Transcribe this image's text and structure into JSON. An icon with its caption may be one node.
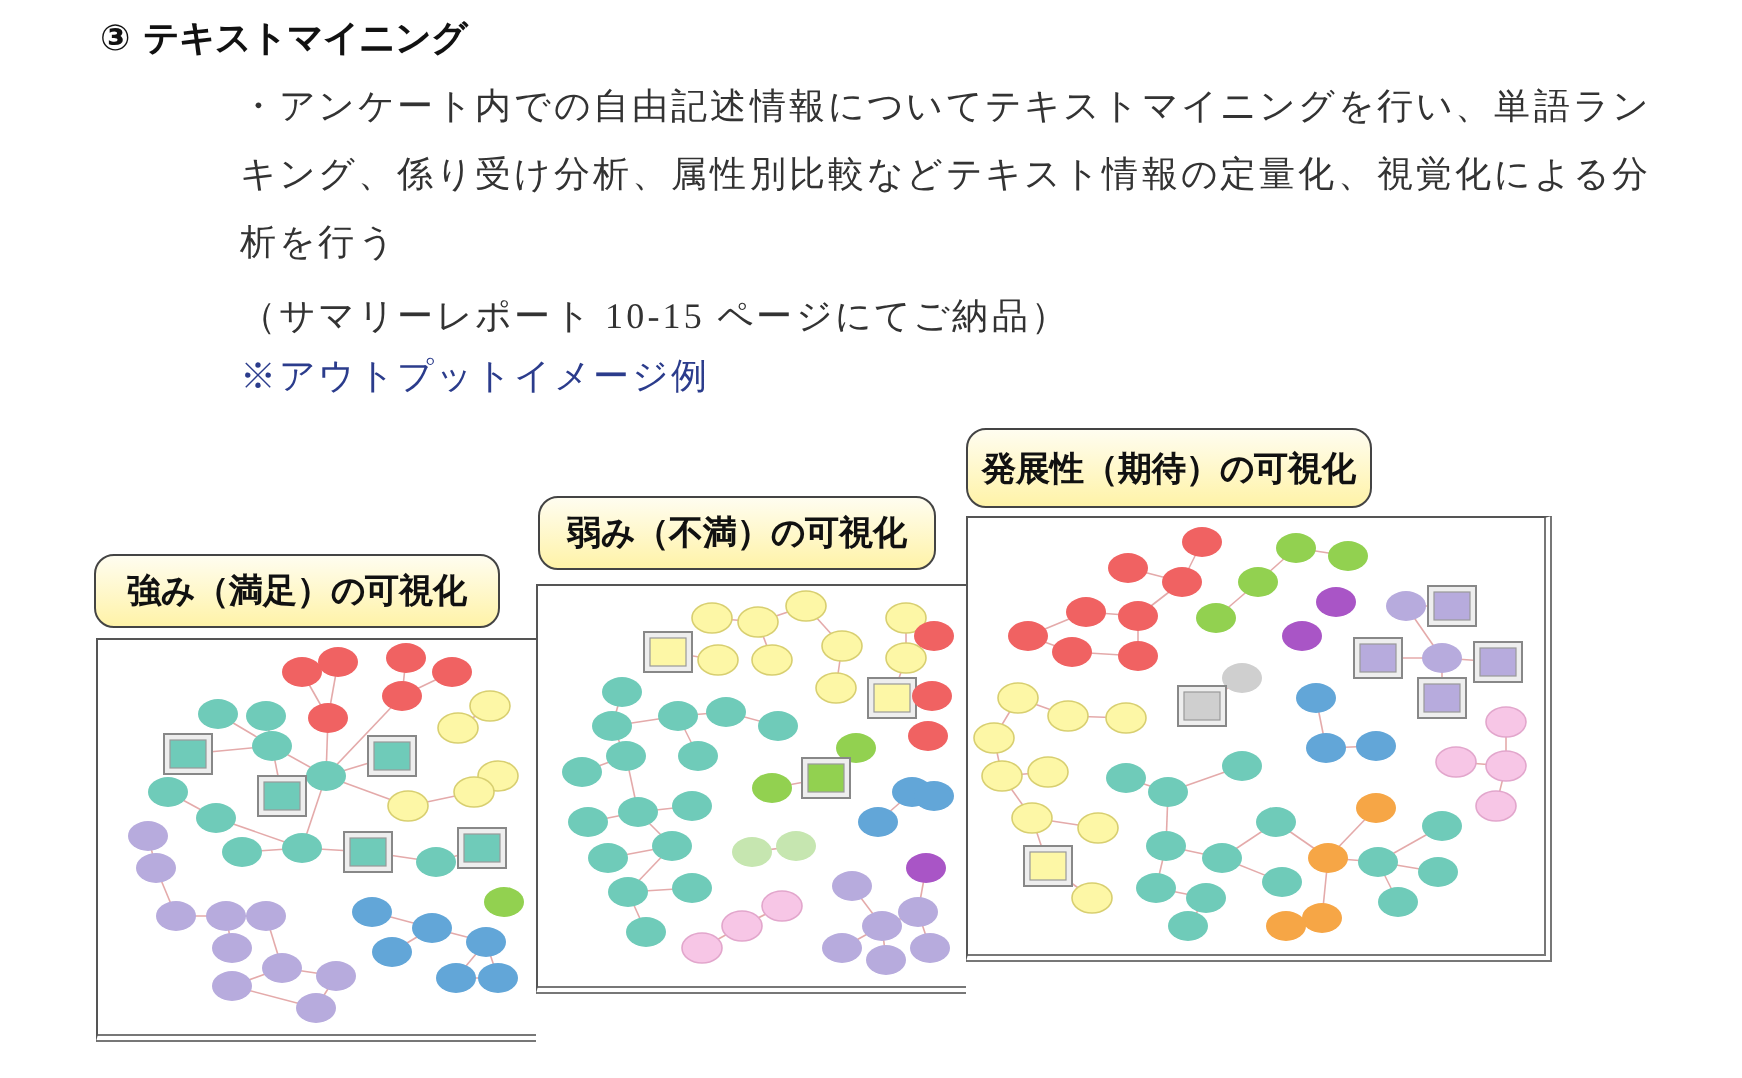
{
  "diagram": {
    "title": "③ テキストマイニング",
    "nodes": [
      {
        "text": [
          "強み（満足）の可視化"
        ]
      },
      {
        "text": [],
        "shape": "picture"
      },
      {
        "text": [
          "弱み（不満）の可視化"
        ]
      },
      {
        "text": [],
        "shape": "picture"
      },
      {
        "text": [
          "発展性（期待）の可視化"
        ]
      },
      {
        "text": [],
        "shape": "picture"
      }
    ],
    "labels": [
      "・アンケート内での自由記述情報についてテキストマイニングを行い、単語ランキング、係り受け分析、属性別比較などテキスト情報の定量化、視覚化による分析を行う",
      "（サマリーレポート 10-15 ページにてご納品）",
      "※アウトプットイメージ例"
    ]
  }
}
